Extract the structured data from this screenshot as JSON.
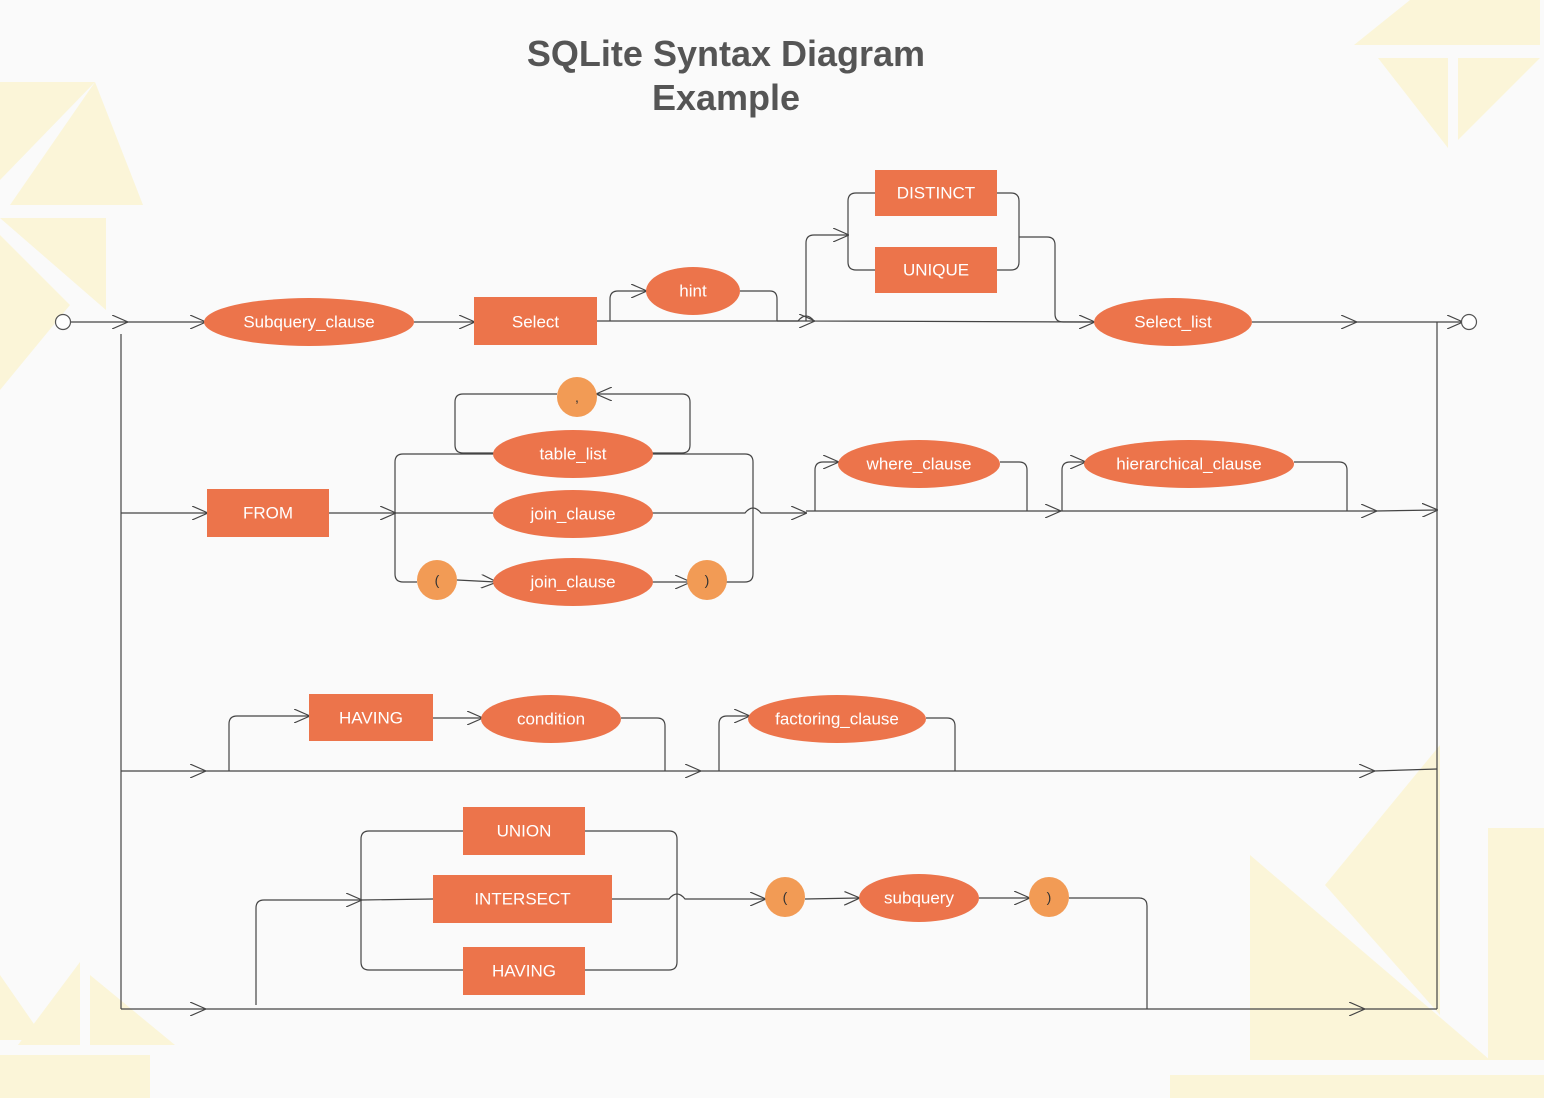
{
  "title": {
    "line1": "SQLite Syntax Diagram",
    "line2": "Example"
  },
  "colors": {
    "node_fill": "#ec744b",
    "terminal_fill": "#f29b55",
    "line": "#444444",
    "title": "#555555",
    "background_decor": "#fbf5d8"
  },
  "nodes": {
    "subquery_clause": "Subquery_clause",
    "select": "Select",
    "hint": "hint",
    "distinct": "DISTINCT",
    "unique": "UNIQUE",
    "select_list": "Select_list",
    "comma": ",",
    "table_list": "table_list",
    "from": "FROM",
    "join_clause_1": "join_clause",
    "open_paren_1": "(",
    "join_clause_2": "join_clause",
    "close_paren_1": ")",
    "where_clause": "where_clause",
    "hierarchical_clause": "hierarchical_clause",
    "having_1": "HAVING",
    "condition": "condition",
    "factoring_clause": "factoring_clause",
    "union": "UNION",
    "intersect": "INTERSECT",
    "having_2": "HAVING",
    "open_paren_2": "(",
    "subquery": "subquery",
    "close_paren_2": ")"
  }
}
